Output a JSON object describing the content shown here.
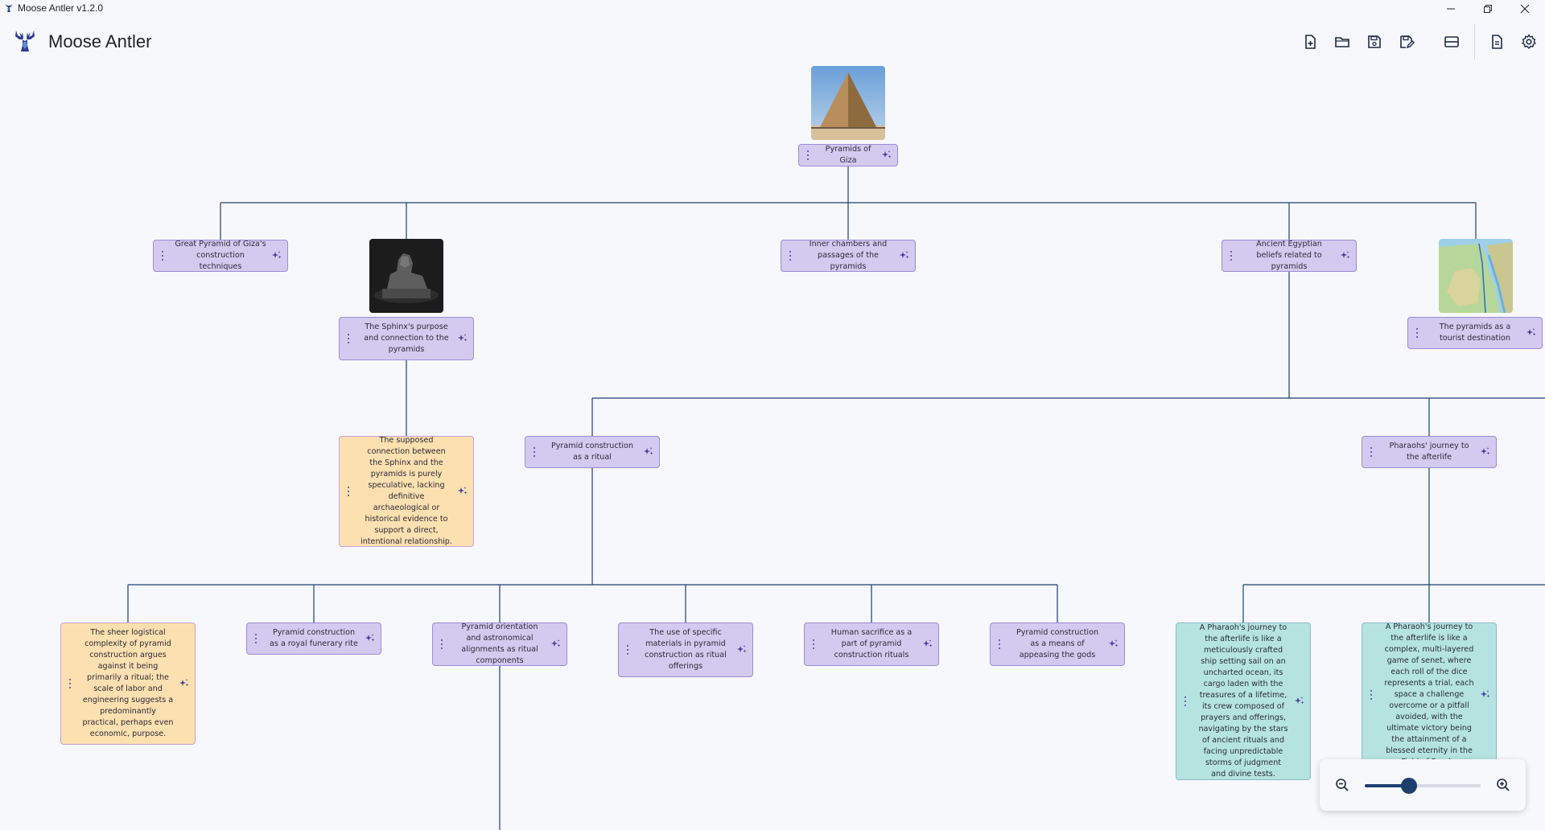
{
  "window": {
    "title": "Moose Antler v1.2.0",
    "controls": [
      "minimize",
      "restore",
      "close"
    ]
  },
  "header": {
    "app_name": "Moose Antler",
    "toolbar": [
      {
        "name": "new-file-button",
        "icon": "file-plus-icon"
      },
      {
        "name": "open-folder-button",
        "icon": "folder-icon"
      },
      {
        "name": "save-button",
        "icon": "save-icon"
      },
      {
        "name": "save-as-button",
        "icon": "save-edit-icon"
      },
      {
        "name": "layout-toggle-button",
        "icon": "split-horizontal-icon"
      },
      {
        "name": "document-button",
        "icon": "document-icon"
      },
      {
        "name": "settings-button",
        "icon": "gear-icon"
      }
    ]
  },
  "colors": {
    "node_default": "#d3cbef",
    "node_counter": "#fde0b0",
    "node_analogy": "#b5e4e0",
    "connector": "#1e3f6e",
    "accent": "#4d3ea3"
  },
  "nodes": {
    "root": "Pyramids of Giza",
    "n1": "Great Pyramid of Giza's construction techniques",
    "n2": "The Sphinx's purpose and connection to the pyramids",
    "n3": "Inner chambers and passages of the pyramids",
    "n4": "Ancient Egyptian beliefs related to pyramids",
    "n5": "The pyramids as a tourist destination",
    "n2a": "The supposed connection between the Sphinx and the pyramids is purely speculative, lacking definitive archaeological or historical evidence to support a direct, intentional relationship.",
    "n4a": "Pyramid construction as a ritual",
    "n4b": "Pharaohs' journey to the afterlife",
    "r1": "The sheer logistical complexity of pyramid construction argues against it being primarily a ritual;  the scale of labor and engineering suggests a predominantly practical, perhaps even economic, purpose.",
    "r2": "Pyramid construction as a royal funerary rite",
    "r3": "Pyramid orientation and astronomical alignments as ritual components",
    "r4": "The use of specific materials in pyramid construction as ritual offerings",
    "r5": "Human sacrifice as a part of pyramid construction rituals",
    "r6": "Pyramid construction as a means of appeasing the gods",
    "p1": "A Pharaoh's journey to the afterlife is like a meticulously crafted ship setting sail on an uncharted ocean, its cargo laden with the treasures of a lifetime, its crew composed of prayers and offerings, navigating by the stars of ancient rituals and facing unpredictable storms of judgment and divine tests.",
    "p2": "A Pharaoh's journey to the afterlife is like a complex, multi-layered game of senet, where each roll of the dice represents a trial, each space a challenge overcome or a pitfall avoided, with the ultimate victory being the attainment of a blessed eternity in the Field of Reeds."
  },
  "images": {
    "root_image": "pyramid-photo",
    "n2_image": "sphinx-statue-photo",
    "n5_image": "egypt-map"
  },
  "zoom": {
    "level": 0.38
  }
}
